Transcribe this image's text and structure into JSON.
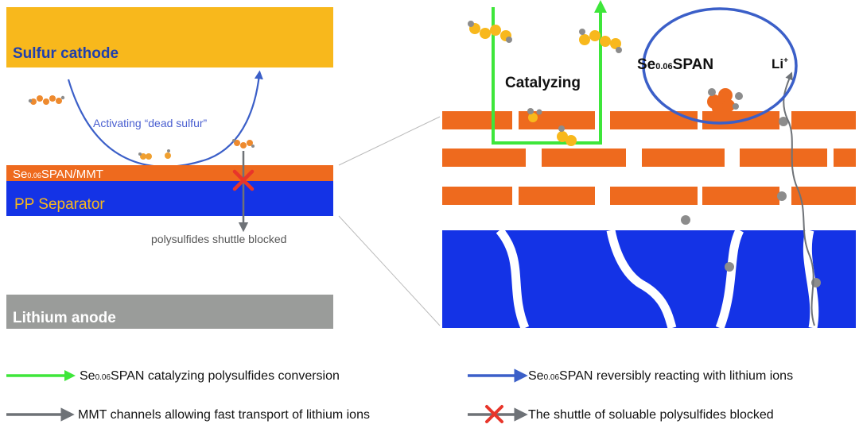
{
  "left_panel": {
    "cathode_label": "Sulfur cathode",
    "activating_label": "Activating “dead sulfur”",
    "coating_prefix": "Se",
    "coating_sub": "0.06",
    "coating_suffix": "SPAN/MMT",
    "separator_label": "PP Separator",
    "blocked_label": "polysulfides shuttle blocked",
    "anode_label": "Lithium anode"
  },
  "right_panel": {
    "catalyzing_label": "Catalyzing",
    "span_prefix": "Se",
    "span_sub": "0.06",
    "span_suffix": "SPAN",
    "li_label": "Li",
    "li_sup": "+"
  },
  "legend": {
    "green": {
      "prefix": "Se",
      "sub": "0.06",
      "suffix": "SPAN catalyzing polysulfides conversion"
    },
    "blue": {
      "prefix": "Se",
      "sub": "0.06",
      "suffix": "SPAN reversibly reacting with lithium ions"
    },
    "gray": {
      "text": "MMT channels allowing fast transport of lithium ions"
    },
    "blocked": {
      "text": "The shuttle of soluable polysulfides blocked"
    }
  },
  "colors": {
    "cathode": "#F8B81C",
    "orange": "#EE6A1E",
    "separator": "#1433E6",
    "anode": "#9A9C9A",
    "green": "#3EE63A",
    "blue_arrow": "#3B5FC8",
    "gray_arrow": "#6E7277",
    "red_x": "#E8352A"
  }
}
